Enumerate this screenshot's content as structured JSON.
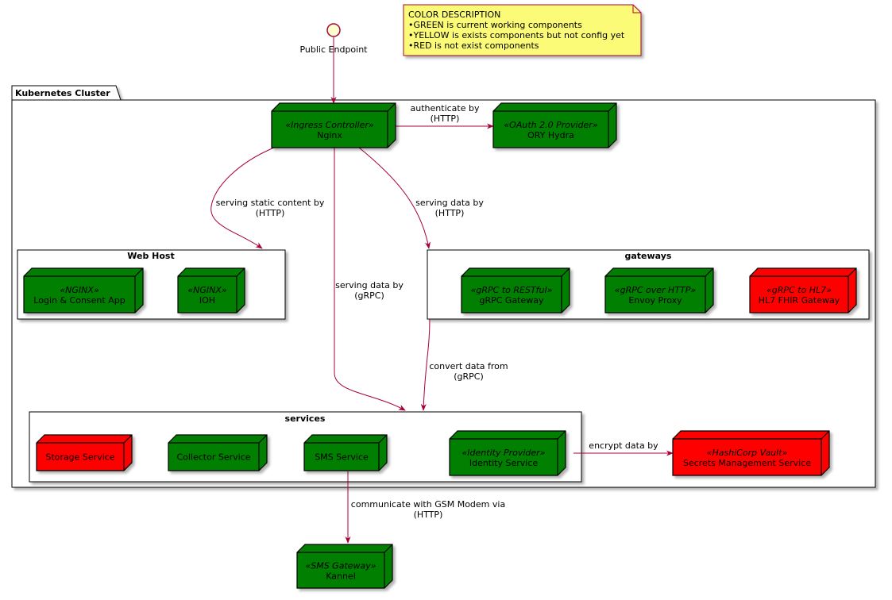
{
  "colors": {
    "green": "#007F00",
    "red": "#FF0000",
    "note": "#FBFB77",
    "arrow": "#A80036",
    "frame": "#000000"
  },
  "note": {
    "lines": [
      "COLOR DESCRIPTION",
      "•GREEN is current working components",
      "•YELLOW is exists components but not config yet",
      "•RED is not exist components"
    ]
  },
  "public_endpoint": {
    "label": "Public Endpoint"
  },
  "cluster": {
    "title": "Kubernetes Cluster"
  },
  "nodes": {
    "nginx": {
      "stereotype": "«Ingress Controller»",
      "name": "Nginx",
      "status": "green"
    },
    "hydra": {
      "stereotype": "«OAuth 2.0 Provider»",
      "name": "ORY Hydra",
      "status": "green"
    },
    "login_app": {
      "stereotype": "«NGINX»",
      "name": "Login & Consent App",
      "status": "green"
    },
    "ioh": {
      "stereotype": "«NGINX»",
      "name": "IOH",
      "status": "green"
    },
    "grpc_gateway": {
      "stereotype": "«gRPC to RESTful»",
      "name": "gRPC Gateway",
      "status": "green"
    },
    "envoy": {
      "stereotype": "«gRPC over HTTP»",
      "name": "Envoy Proxy",
      "status": "green"
    },
    "hl7": {
      "stereotype": "«gRPC to HL7»",
      "name": "HL7 FHIR Gateway",
      "status": "red"
    },
    "storage": {
      "name": "Storage Service",
      "status": "red"
    },
    "collector": {
      "name": "Collector Service",
      "status": "green"
    },
    "sms": {
      "name": "SMS Service",
      "status": "green"
    },
    "identity": {
      "stereotype": "«Identity Provider»",
      "name": "Identity Service",
      "status": "green"
    },
    "vault": {
      "stereotype": "«HashiCorp Vault»",
      "name": "Secrets Management Service",
      "status": "red"
    },
    "kannel": {
      "stereotype": "«SMS Gateway»",
      "name": "Kannel",
      "status": "green"
    }
  },
  "groups": {
    "webhost": {
      "title": "Web Host"
    },
    "gateways": {
      "title": "gateways"
    },
    "services": {
      "title": "services"
    }
  },
  "edges": {
    "auth": {
      "line1": "authenticate by",
      "line2": "(HTTP)"
    },
    "static": {
      "line1": "serving static content by",
      "line2": "(HTTP)"
    },
    "data_http": {
      "line1": "serving data by",
      "line2": "(HTTP)"
    },
    "data_grpc": {
      "line1": "serving data by",
      "line2": "(gRPC)"
    },
    "convert": {
      "line1": "convert data from",
      "line2": "(gRPC)"
    },
    "encrypt": {
      "line1": "encrypt data by"
    },
    "gsm": {
      "line1": "communicate with GSM Modem via",
      "line2": "(HTTP)"
    }
  }
}
